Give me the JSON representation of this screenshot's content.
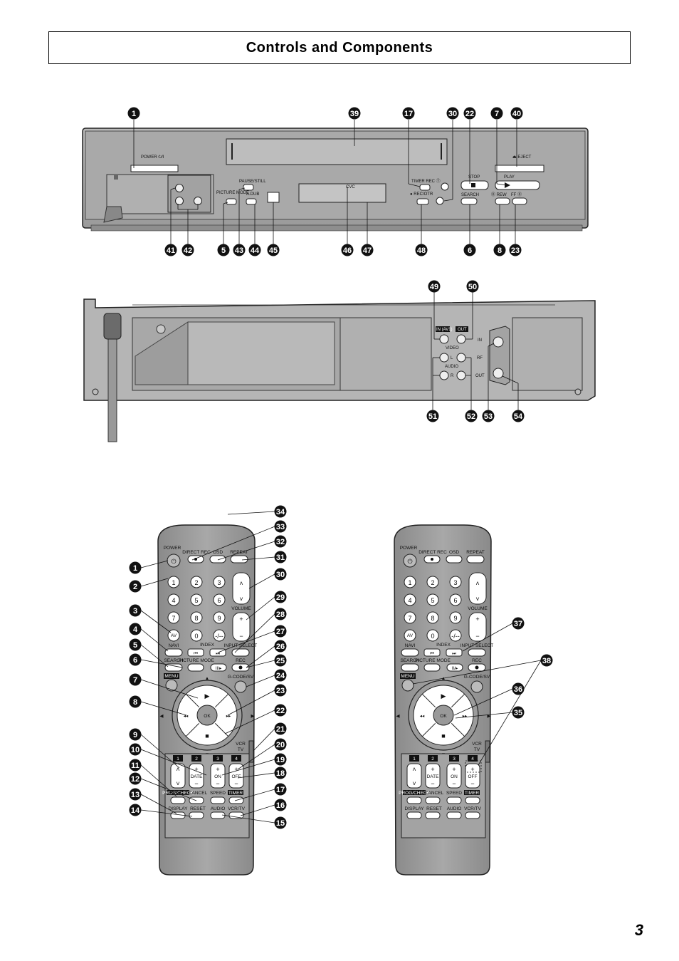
{
  "title": "Controls and Components",
  "page_number": "3",
  "front_panel": {
    "labels": {
      "power": "POWER ⏻/I",
      "pause_still": "PAUSE/STILL",
      "picture_mode": "PICTURE MODE",
      "a_dub": "A.DUB",
      "display_text": "CVC",
      "timer_rec": "TIMER REC Ⓣ",
      "rec_otr": "● REC/OTR",
      "search": "SEARCH",
      "stop": "STOP",
      "play": "PLAY",
      "eject": "⏏ EJECT",
      "rew": "⓪ REW",
      "ff": "FF ⓪"
    }
  },
  "rear_panel": {
    "labels": {
      "in_av1": "IN (AV1)",
      "out": "OUT",
      "video": "VIDEO",
      "l": "L",
      "audio": "AUDIO",
      "r": "R",
      "in": "IN",
      "rf": "RF",
      "rf_out": "OUT"
    }
  },
  "remote": {
    "labels": {
      "power": "POWER",
      "direct_rec": "DIRECT REC",
      "osd": "OSD",
      "repeat": "REPEAT",
      "volume": "VOLUME",
      "av": "AV",
      "navi": "NAVI",
      "index": "INDEX",
      "input_select": "INPUT SELECT",
      "search": "SEARCH",
      "picture_mode": "PICTURE MODE",
      "rec": "REC",
      "menu": "MENU",
      "g_code": "G-CODE/SV",
      "ok": "OK",
      "vcr": "VCR",
      "tv": "TV",
      "date": "DATE",
      "on": "ON",
      "off": "OFF",
      "prog_check": "PROG/CHECK",
      "cancel": "CANCEL",
      "speed": "SPEED",
      "timer": "TIMER",
      "display": "DISPLAY",
      "reset": "RESET",
      "audio": "AUDIO",
      "vcr_tv": "VCR/TV"
    },
    "digits": [
      "1",
      "2",
      "3",
      "4",
      "5",
      "6",
      "7",
      "8",
      "9",
      "0",
      "-/--"
    ],
    "number_tabs": [
      "1",
      "2",
      "3",
      "4"
    ]
  },
  "callouts": {
    "front_top": [
      "1",
      "39",
      "17",
      "30",
      "22",
      "7",
      "40"
    ],
    "front_bottom": [
      "41",
      "42",
      "5",
      "43",
      "44",
      "45",
      "46",
      "47",
      "48",
      "6",
      "8",
      "23"
    ],
    "rear_top": [
      "49",
      "50"
    ],
    "rear_bottom": [
      "51",
      "52",
      "53",
      "54"
    ],
    "remote_left": [
      "1",
      "2",
      "3",
      "4",
      "5",
      "6",
      "7",
      "8",
      "9",
      "10",
      "11",
      "12",
      "13",
      "14"
    ],
    "remote_right": [
      "34",
      "33",
      "32",
      "31",
      "30",
      "29",
      "28",
      "27",
      "26",
      "25",
      "24",
      "23",
      "22",
      "21",
      "20",
      "19",
      "18",
      "17",
      "16",
      "15"
    ],
    "remote2_right": [
      "37",
      "38",
      "36",
      "35"
    ]
  }
}
